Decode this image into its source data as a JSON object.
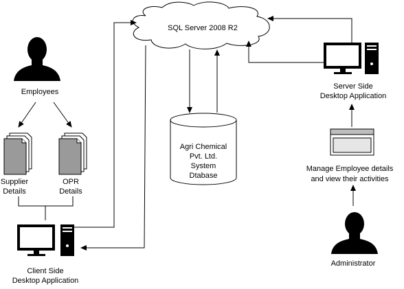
{
  "nodes": {
    "cloud_label": "SQL Server 2008 R2",
    "employees_label": "Employees",
    "supplier_line1": "Supplier",
    "supplier_line2": "Details",
    "opr_line1": "OPR",
    "opr_line2": "Details",
    "db_line1": "Agri Chemical",
    "db_line2": "Pvt. Ltd.",
    "db_line3": "System",
    "db_line4": "Dtabase",
    "server_line1": "Server Side",
    "server_line2": "Desktop Application",
    "client_line1": "Client Side",
    "client_line2": "Desktop Application",
    "manage_line1": "Manage Employee details",
    "manage_line2": "and view their activities",
    "admin_label": "Administrator"
  },
  "icons": {
    "person": "person-icon",
    "document": "document-icon",
    "monitor": "monitor-icon",
    "tower": "computer-tower-icon",
    "browser": "browser-window-icon",
    "database": "database-cylinder-icon",
    "cloud": "cloud-icon"
  }
}
